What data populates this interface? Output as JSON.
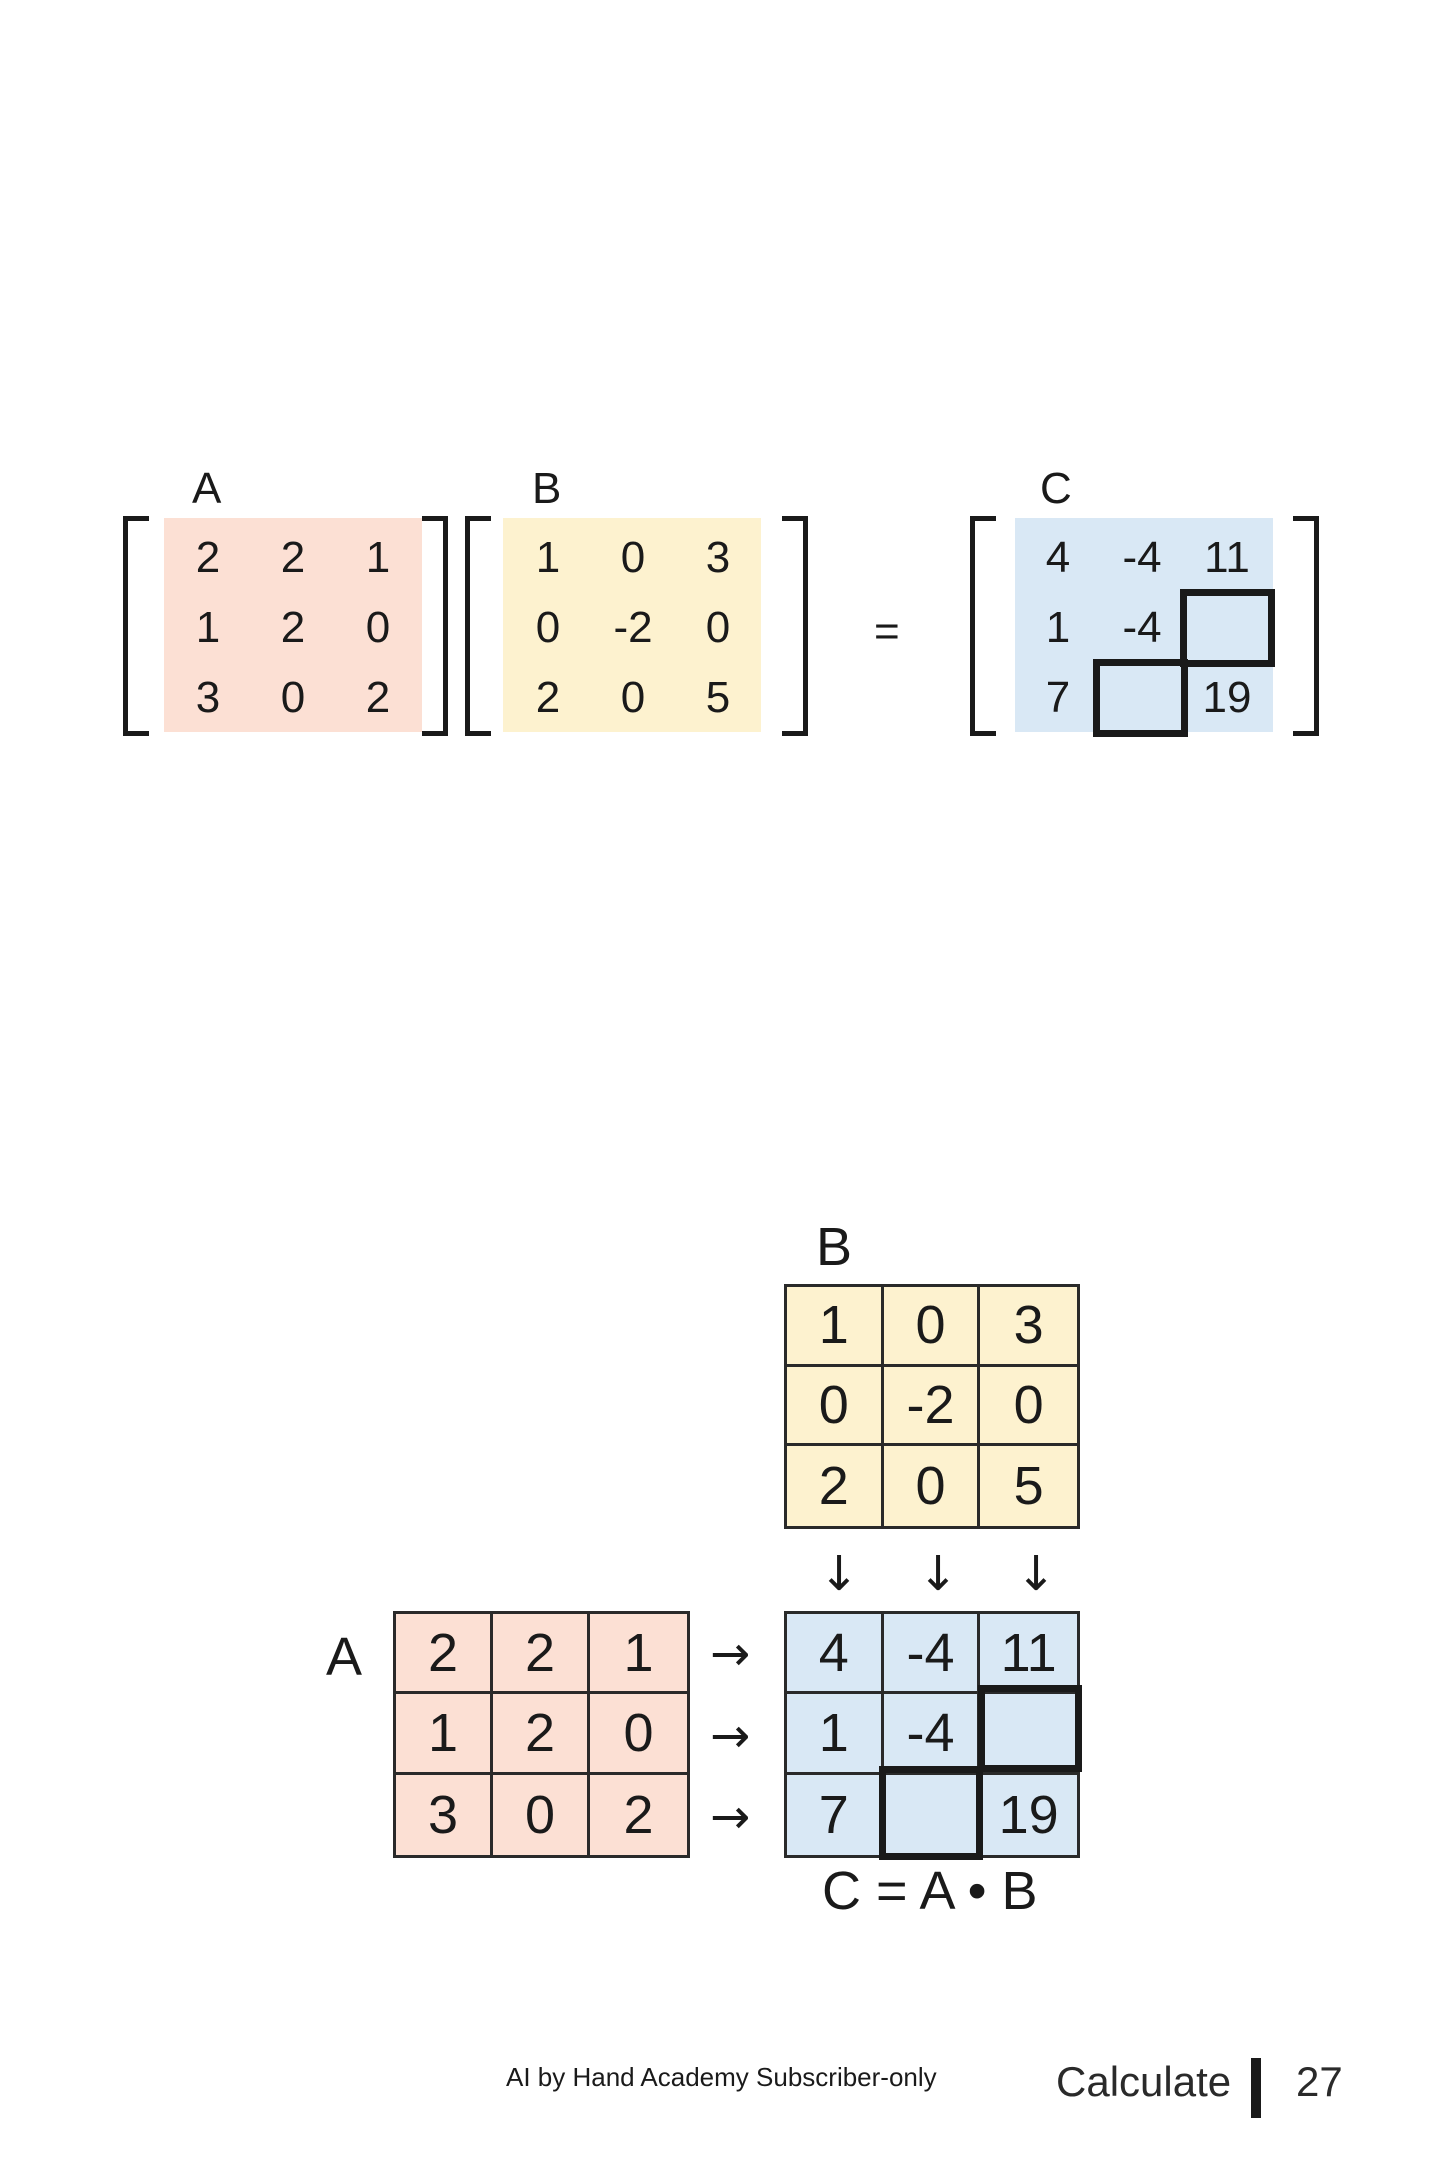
{
  "colors": {
    "matrix_a": "#fce0d4",
    "matrix_b": "#fdf2cf",
    "matrix_c": "#d9e8f5",
    "ink": "#1a1a1a"
  },
  "top": {
    "a": {
      "label": "A",
      "cells": [
        [
          "2",
          "2",
          "1"
        ],
        [
          "1",
          "2",
          "0"
        ],
        [
          "3",
          "0",
          "2"
        ]
      ]
    },
    "b": {
      "label": "B",
      "cells": [
        [
          "1",
          "0",
          "3"
        ],
        [
          "0",
          "-2",
          "0"
        ],
        [
          "2",
          "0",
          "5"
        ]
      ]
    },
    "equals": "=",
    "c": {
      "label": "C",
      "cells": [
        [
          "4",
          "-4",
          "11"
        ],
        [
          "1",
          "-4",
          ""
        ],
        [
          "7",
          "",
          "19"
        ]
      ]
    }
  },
  "bottom": {
    "a": {
      "label": "A",
      "cells": [
        [
          "2",
          "2",
          "1"
        ],
        [
          "1",
          "2",
          "0"
        ],
        [
          "3",
          "0",
          "2"
        ]
      ]
    },
    "b": {
      "label": "B",
      "cells": [
        [
          "1",
          "0",
          "3"
        ],
        [
          "0",
          "-2",
          "0"
        ],
        [
          "2",
          "0",
          "5"
        ]
      ]
    },
    "c": {
      "cells": [
        [
          "4",
          "-4",
          "11"
        ],
        [
          "1",
          "-4",
          ""
        ],
        [
          "7",
          "",
          "19"
        ]
      ]
    },
    "down_arrow": "↓",
    "right_arrow": "→",
    "formula": "C = A • B"
  },
  "footer": {
    "note": "AI by Hand Academy Subscriber-only",
    "section": "Calculate",
    "page": "27"
  }
}
